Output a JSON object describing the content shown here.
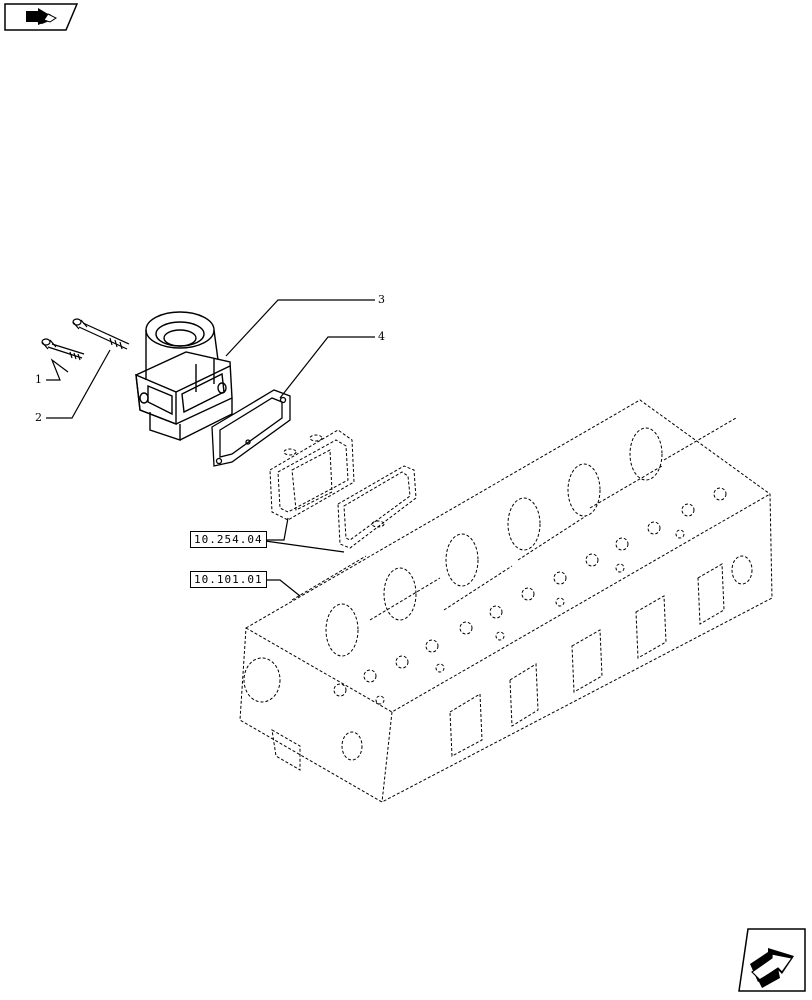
{
  "callouts": [
    {
      "label": "1"
    },
    {
      "label": "2"
    },
    {
      "label": "3"
    },
    {
      "label": "4"
    }
  ],
  "references": [
    {
      "code": "10.254.04"
    },
    {
      "code": "10.101.01"
    }
  ],
  "navigation": {
    "back_icon": "page-back-icon",
    "next_icon": "page-forward-icon"
  },
  "colors": {
    "line": "#000000",
    "background": "#ffffff"
  }
}
